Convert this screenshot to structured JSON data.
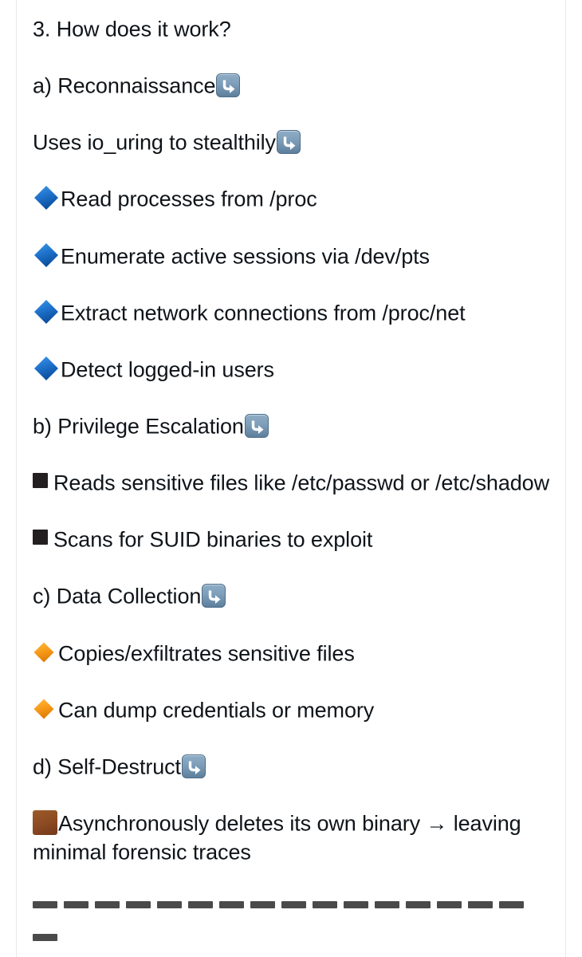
{
  "document": {
    "background_color": "#ffffff",
    "text_color": "#0f1419",
    "rule_color": "#e9e9ea"
  },
  "icons": {
    "arrow_curve_down": "arrow-curving-down-emoji",
    "blue_diamond": "large-blue-diamond-emoji",
    "orange_diamond": "large-orange-diamond-emoji",
    "black_square": "black-square-emoji",
    "brown_square": "brown-square-emoji",
    "heavy_dash": "heavy-minus-sign-emoji"
  },
  "colors": {
    "blue_diamond": "#1a6fd4",
    "orange_diamond": "#f59a1e",
    "brown_square": "#8a4a22",
    "black_square": "#231f20",
    "dash": "#4a4a4a",
    "emoji_badge": "#6d8faf"
  },
  "content": {
    "heading": "3. How does it work?",
    "section_a_label": "a) Reconnaissance",
    "recon_intro": "Uses io_uring to stealthily",
    "recon_items": [
      "Read processes from /proc",
      "Enumerate active sessions via /dev/pts",
      "Extract network connections from /proc/net",
      "Detect logged-in users"
    ],
    "section_b_label": "b) Privilege Escalation",
    "privesc_items": [
      "Reads sensitive files like /etc/passwd or /etc/shadow",
      "Scans for SUID binaries to exploit"
    ],
    "section_c_label": "c) Data Collection",
    "datacollection_items": [
      "Copies/exfiltrates sensitive files",
      "Can dump credentials or memory"
    ],
    "section_d_label": "d) Self-Destruct",
    "selfdestruct_item": "Asynchronously deletes its own binary → leaving minimal forensic traces",
    "separator_dash_count": 16,
    "separator_partial_dash_count": 1
  }
}
